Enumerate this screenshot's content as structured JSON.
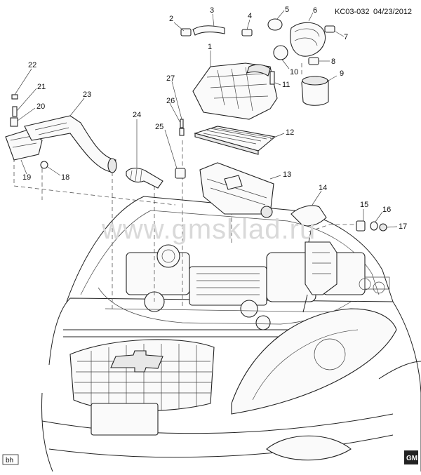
{
  "header": {
    "code": "KC03-032",
    "date": "04/23/2012"
  },
  "watermark": "www.gmsklad.ru",
  "footer": {
    "author_tag": "bh",
    "brand_badge": "GM"
  },
  "callouts": [
    "1",
    "2",
    "3",
    "4",
    "5",
    "6",
    "7",
    "8",
    "9",
    "10",
    "11",
    "12",
    "13",
    "14",
    "15",
    "16",
    "17",
    "18",
    "19",
    "20",
    "21",
    "22",
    "23",
    "24",
    "25",
    "26",
    "27"
  ]
}
